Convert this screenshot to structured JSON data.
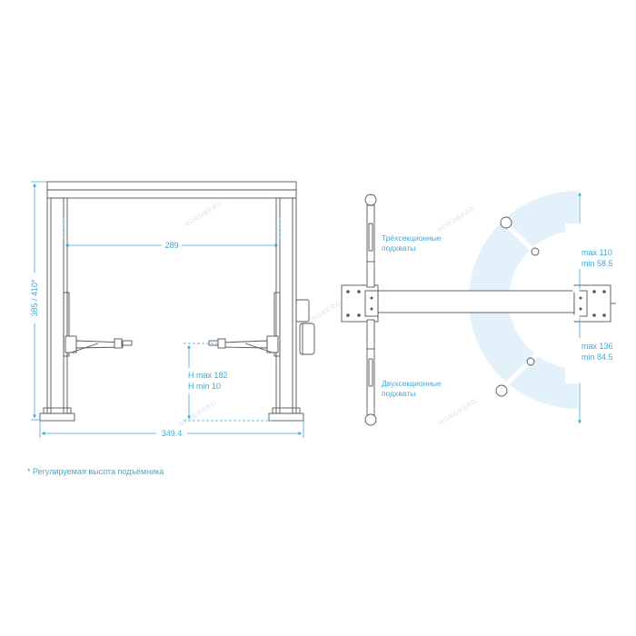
{
  "watermark": "NORDBERG",
  "front_view": {
    "dim_width_inner": "289",
    "dim_width_base": "349.4",
    "dim_height": "385 / 410*",
    "h_max": "H max 182",
    "h_min": "H min 10"
  },
  "top_view": {
    "label_three_section": "Трёхсекционные",
    "label_three_section_2": "подхваты",
    "label_two_section": "Двухсекционные",
    "label_two_section_2": "подхваты",
    "upper_max": "max 110",
    "upper_min": "min 58.5",
    "lower_max": "max 136",
    "lower_min": "min 84.5"
  },
  "footnote": "*  Регулируемая высота подъёмника",
  "colors": {
    "accent": "#3fa9d6",
    "arc": "#e3f1fb",
    "line": "#555555"
  }
}
